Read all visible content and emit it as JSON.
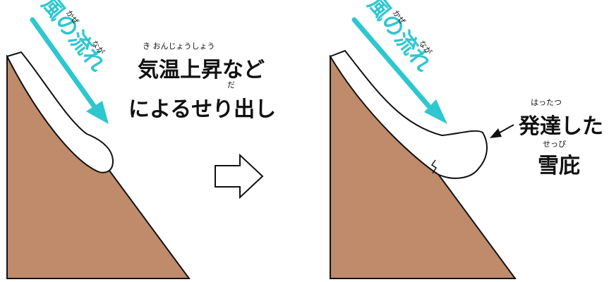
{
  "left_panel": {
    "wind_label": "風の流れ",
    "wind_ruby_1": "かぜ",
    "wind_ruby_2": "なが",
    "caption_line1": "気温上昇など",
    "caption_line1_ruby": "き おんじょうしょう",
    "caption_line2": "によるせり出し",
    "caption_line2_ruby": "だ"
  },
  "right_panel": {
    "wind_label": "風の流れ",
    "wind_ruby_1": "かぜ",
    "wind_ruby_2": "なが",
    "caption_line1": "発達した",
    "caption_line1_ruby": "はったつ",
    "caption_line2": "雪庇",
    "caption_line2_ruby": "せっぴ"
  },
  "colors": {
    "ground": "#bf8b6b",
    "wind": "#2ec7d0",
    "snow": "#ffffff",
    "outline": "#111111"
  }
}
